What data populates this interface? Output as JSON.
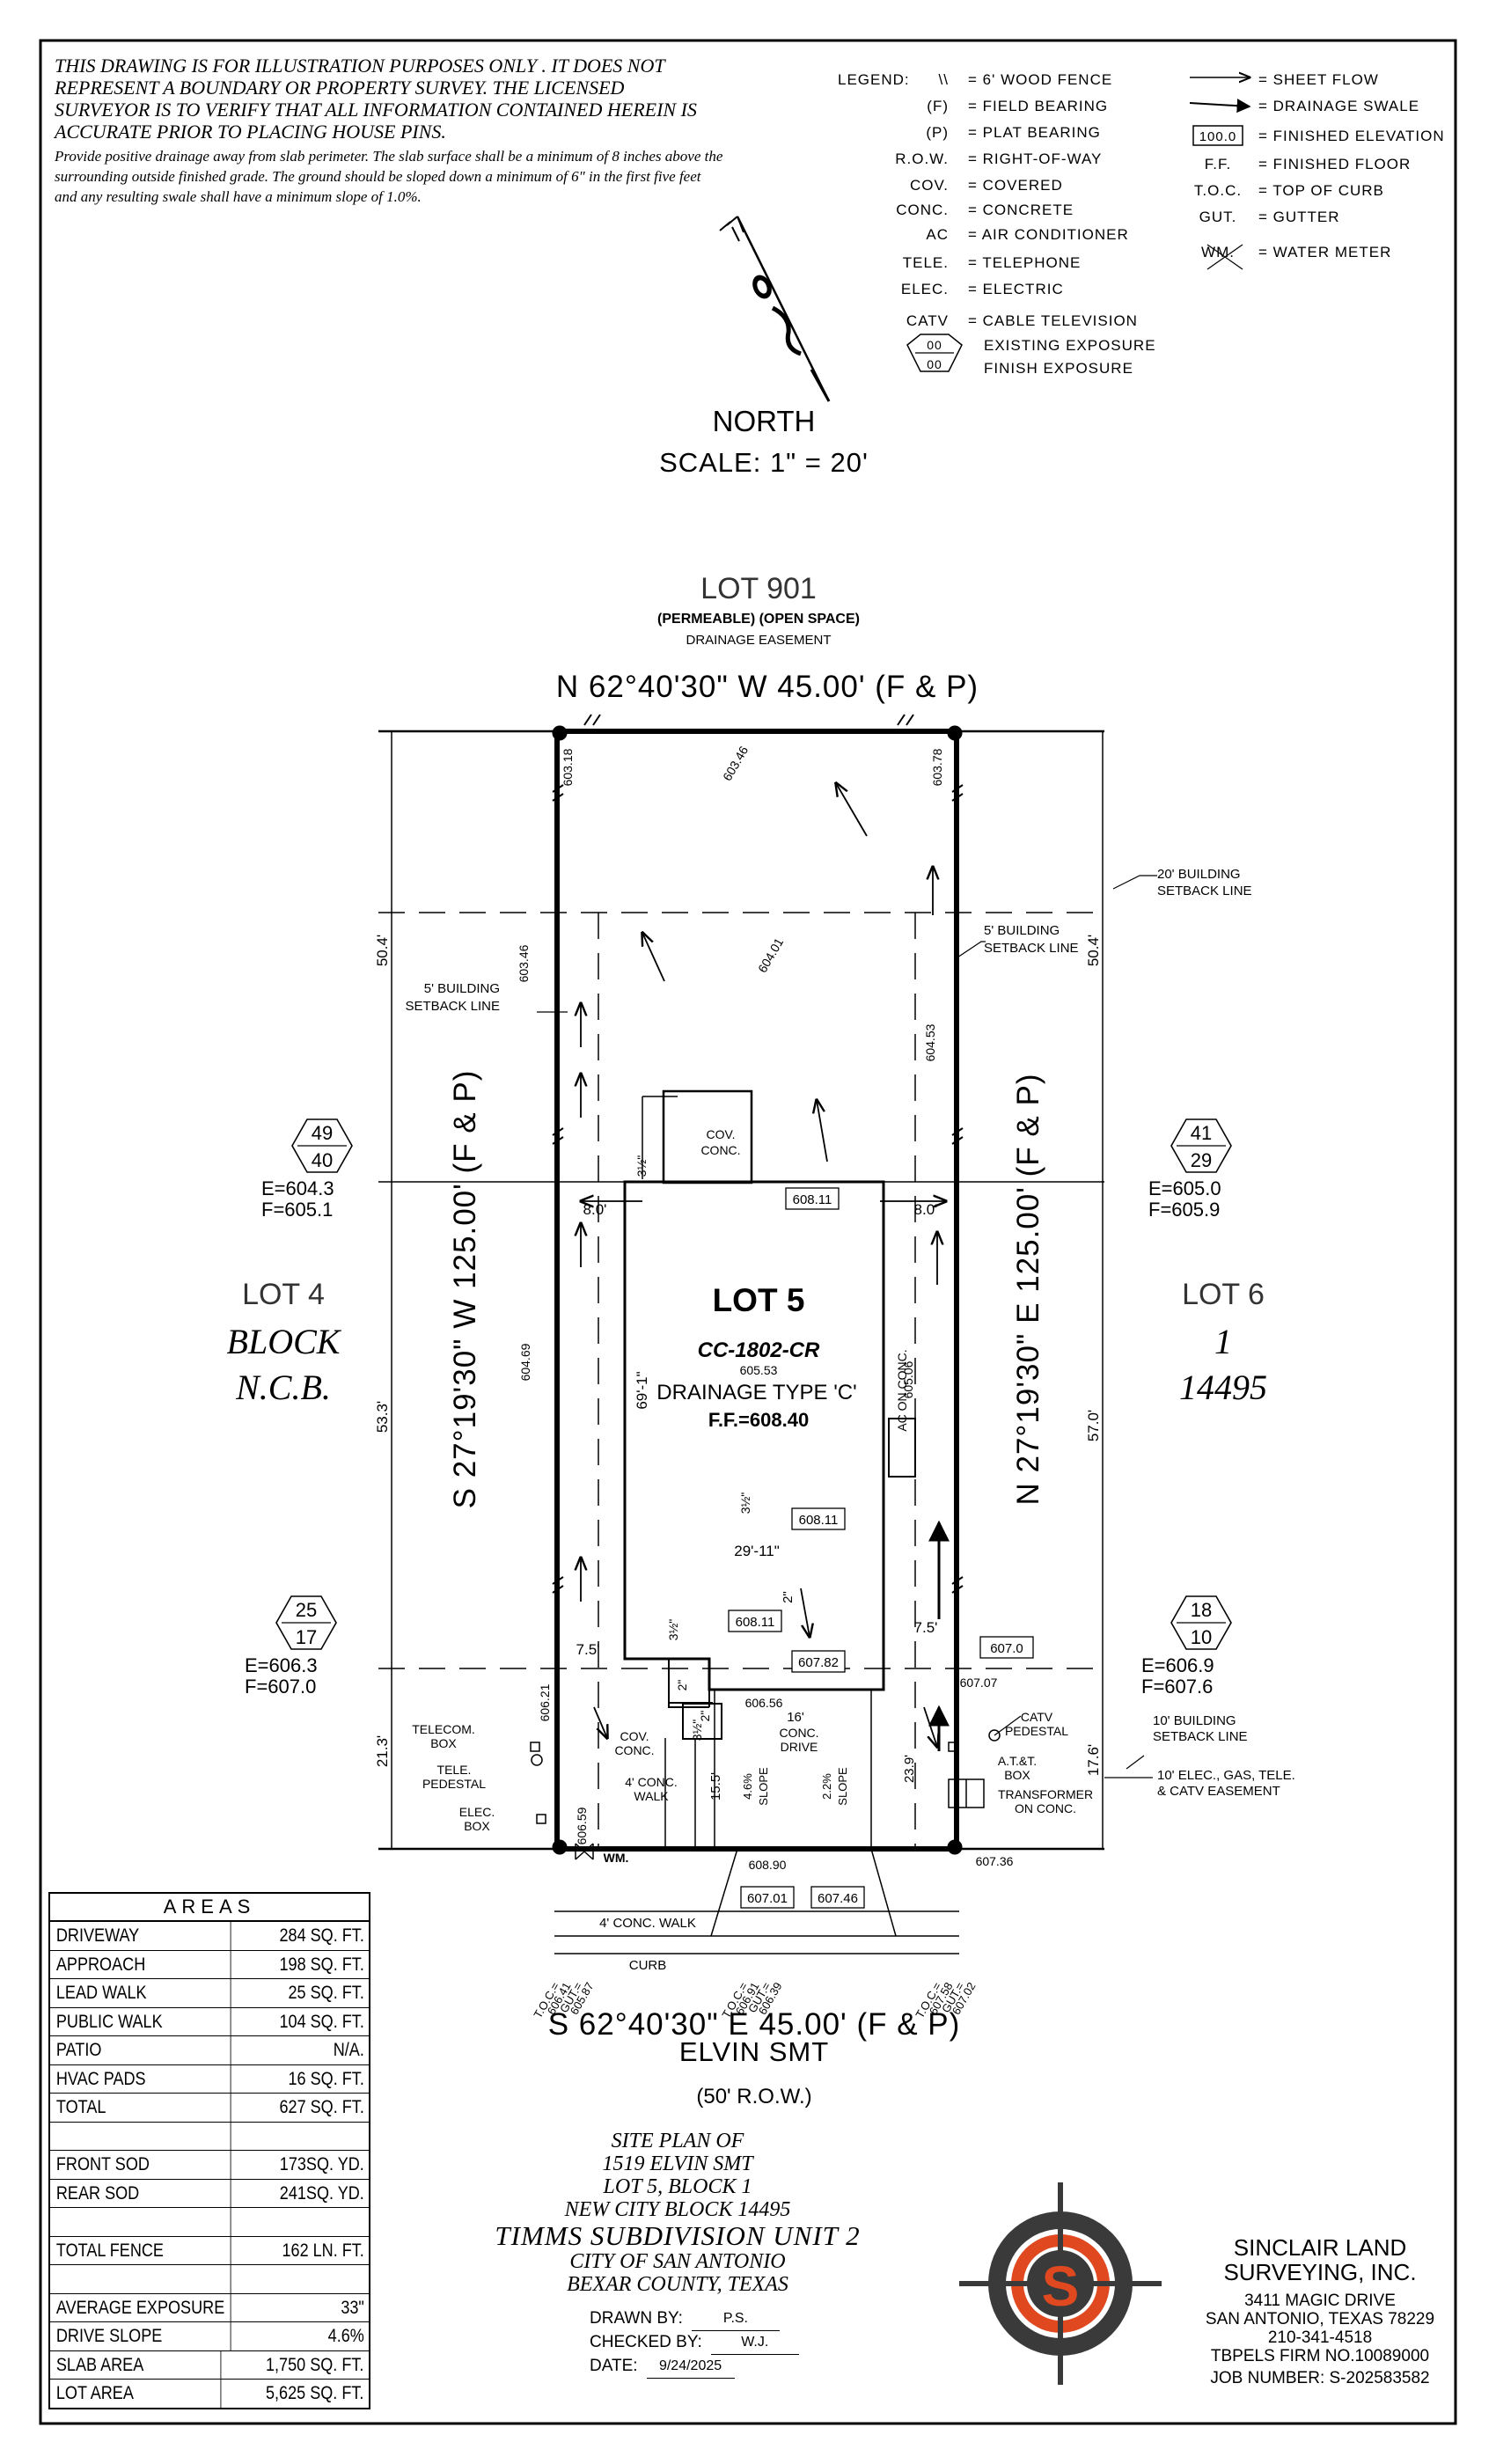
{
  "disclaimer": {
    "caps": "THIS DRAWING IS FOR ILLUSTRATION PURPOSES ONLY . IT DOES NOT REPRESENT A BOUNDARY OR PROPERTY SURVEY. THE LICENSED SURVEYOR IS TO VERIFY THAT ALL INFORMATION CONTAINED HEREIN IS ACCURATE PRIOR TO PLACING HOUSE PINS.",
    "note": "Provide positive drainage away from slab perimeter. The slab surface shall be a minimum of 8 inches above the surrounding outside finished grade. The ground should be sloped down a minimum of 6\" in the first five feet and any resulting swale shall have a minimum slope of 1.0%."
  },
  "legend": {
    "title": "LEGEND:",
    "left": [
      {
        "key": "\\\\",
        "value": "= 6' WOOD FENCE"
      },
      {
        "key": "(F)",
        "value": "= FIELD BEARING"
      },
      {
        "key": "(P)",
        "value": "= PLAT BEARING"
      },
      {
        "key": "R.O.W.",
        "value": "= RIGHT-OF-WAY"
      },
      {
        "key": "COV.",
        "value": "= COVERED"
      },
      {
        "key": "CONC.",
        "value": "= CONCRETE"
      },
      {
        "key": "AC",
        "value": "= AIR CONDITIONER"
      },
      {
        "key": "TELE.",
        "value": "= TELEPHONE"
      },
      {
        "key": "ELEC.",
        "value": "= ELECTRIC"
      },
      {
        "key": "CATV",
        "value": "= CABLE TELEVISION"
      }
    ],
    "exposure_key_top": "00",
    "exposure_key_bottom": "00",
    "exposure_label_1": "EXISTING EXPOSURE",
    "exposure_label_2": "FINISH EXPOSURE",
    "right": [
      {
        "key": "",
        "value": "= SHEET FLOW"
      },
      {
        "key": "",
        "value": "= DRAINAGE SWALE"
      },
      {
        "key": "100.0",
        "value": "= FINISHED ELEVATION"
      },
      {
        "key": "F.F.",
        "value": "= FINISHED FLOOR"
      },
      {
        "key": "T.O.C.",
        "value": "= TOP OF CURB"
      },
      {
        "key": "GUT.",
        "value": "= GUTTER"
      },
      {
        "key": "WM.",
        "value": "= WATER METER"
      }
    ]
  },
  "north": {
    "label": "NORTH",
    "scale": "SCALE: 1\" = 20'"
  },
  "plan": {
    "lot901": "LOT 901",
    "lot901_sub": "(PERMEABLE) (OPEN SPACE)",
    "lot901_sub2": "DRAINAGE EASEMENT",
    "top_bearing": "N 62°40'30\" W 45.00' (F & P)",
    "bottom_bearing": "S 62°40'30\" E 45.00' (F & P)",
    "left_bearing": "S 27°19'30\" W 125.00' (F & P)",
    "right_bearing": "N 27°19'30\" E 125.00' (F & P)",
    "street": "ELVIN SMT",
    "row": "(50' R.O.W.)",
    "curb": "CURB",
    "walk4": "4' CONC. WALK",
    "lot5": "LOT 5",
    "plan_code": "CC-1802-CR",
    "drainage": "DRAINAGE TYPE 'C'",
    "ff": "F.F.=608.40",
    "lot4": "LOT 4",
    "block": "BLOCK",
    "ncb": "N.C.B.",
    "lot6": "LOT 6",
    "block_num": "1",
    "ncb_num": "14495",
    "setback20": "20' BUILDING",
    "setback20b": "SETBACK LINE",
    "setback5a": "5' BUILDING",
    "setback5b": "SETBACK LINE",
    "setback5c": "5' BUILDING",
    "setback5d": "SETBACK LINE",
    "setback10a": "10' BUILDING",
    "setback10b": "SETBACK LINE",
    "easement1": "10' ELEC., GAS, TELE.",
    "easement2": "& CATV EASEMENT",
    "dim_504_l": "50.4'",
    "dim_533": "53.3'",
    "dim_213": "21.3'",
    "dim_504_r": "50.4'",
    "dim_570": "57.0'",
    "dim_176": "17.6'",
    "dim_80_l": "8.0'",
    "dim_80_r": "8.0'",
    "dim_75_l": "7.5'",
    "dim_75_r": "7.5'",
    "dim_691": "69'-1\"",
    "dim_2911": "29'-11\"",
    "dim_155": "15.5'",
    "dim_239": "23.9'",
    "dim_16": "16'",
    "dim_2in": "2\"",
    "dim_2in_b": "2\"",
    "dim_2in_c": "2\"",
    "dim_35a": "3½\"",
    "dim_35b": "3½\"",
    "dim_35c": "3½\"",
    "dim_35d": "3½\"",
    "cov_conc": "COV.",
    "cov_conc2": "CONC.",
    "cov_conc3": "COV.",
    "cov_conc4": "CONC.",
    "ac_on": "AC ON CONC.",
    "walk_lead": "4' CONC.",
    "walk_lead2": "WALK",
    "conc_drive": "CONC.",
    "conc_drive2": "DRIVE",
    "slope1": "4.6%",
    "slope1b": "SLOPE",
    "slope2": "2.2%",
    "slope2b": "SLOPE",
    "telecom": "TELECOM.",
    "telecom2": "BOX",
    "tele_ped": "TELE.",
    "tele_ped2": "PEDESTAL",
    "elec_box": "ELEC.",
    "elec_box2": "BOX",
    "catv_ped": "CATV",
    "catv_ped2": "PEDESTAL",
    "att_box": "A.T.&T.",
    "att_box2": "BOX",
    "transformer": "TRANSFORMER",
    "transformer2": "ON CONC.",
    "wm": "WM.",
    "elev_boxes": {
      "e60811a": "608.11",
      "e60811b": "608.11",
      "e60811c": "608.11",
      "e60782": "607.82",
      "e6070": "607.0",
      "e60701": "607.01",
      "e60746": "607.46"
    },
    "elev_text": {
      "e60318": "603.18",
      "e60346a": "603.46",
      "e60378": "603.78",
      "e60346b": "603.46",
      "e60401": "604.01",
      "e60453": "604.53",
      "e60469": "604.69",
      "e60553": "605.53",
      "e60506": "605.06",
      "e60707": "607.07",
      "e60656": "606.56",
      "e60621": "606.21",
      "e60659": "606.59",
      "e60890": "608.90",
      "e60736": "607.36"
    },
    "toc_left": [
      "T.O.C.=",
      "606.41",
      "GUT.=",
      "605.87"
    ],
    "toc_mid": [
      "T.O.C.=",
      "606.91",
      "GUT.=",
      "606.39"
    ],
    "toc_right": [
      "T.O.C.=",
      "607.58",
      "GUT.=",
      "607.02"
    ],
    "hex_left_top": {
      "top": "49",
      "bottom": "40",
      "e": "E=604.3",
      "f": "F=605.1"
    },
    "hex_left_bot": {
      "top": "25",
      "bottom": "17",
      "e": "E=606.3",
      "f": "F=607.0"
    },
    "hex_right_top": {
      "top": "41",
      "bottom": "29",
      "e": "E=605.0",
      "f": "F=605.9"
    },
    "hex_right_bot": {
      "top": "18",
      "bottom": "10",
      "e": "E=606.9",
      "f": "F=607.6"
    }
  },
  "areas": {
    "title": "AREAS",
    "rows": [
      {
        "label": "DRIVEWAY",
        "value": "284 SQ. FT."
      },
      {
        "label": "APPROACH",
        "value": "198 SQ. FT."
      },
      {
        "label": "LEAD WALK",
        "value": "25 SQ. FT."
      },
      {
        "label": "PUBLIC WALK",
        "value": "104 SQ. FT."
      },
      {
        "label": "PATIO",
        "value": "N/A."
      },
      {
        "label": "HVAC PADS",
        "value": "16 SQ. FT."
      },
      {
        "label": "TOTAL",
        "value": "627 SQ. FT."
      },
      {
        "label": "",
        "value": ""
      },
      {
        "label": "FRONT SOD",
        "value": "173SQ. YD."
      },
      {
        "label": "REAR SOD",
        "value": "241SQ. YD."
      },
      {
        "label": "",
        "value": ""
      },
      {
        "label": "TOTAL FENCE",
        "value": "162 LN. FT."
      },
      {
        "label": "",
        "value": ""
      },
      {
        "label": "AVERAGE EXPOSURE",
        "value": "33\""
      },
      {
        "label": "DRIVE SLOPE",
        "value": "4.6%"
      },
      {
        "label": "SLAB AREA",
        "value": "1,750 SQ. FT."
      },
      {
        "label": "LOT AREA",
        "value": "5,625 SQ. FT."
      }
    ]
  },
  "title_block": {
    "l1": "SITE PLAN OF",
    "l2": "1519 ELVIN SMT",
    "l3": "LOT 5, BLOCK 1",
    "l4": "NEW CITY BLOCK 14495",
    "l5": "TIMMS SUBDIVISION UNIT 2",
    "l6": "CITY OF SAN ANTONIO",
    "l7": "BEXAR COUNTY, TEXAS"
  },
  "credits": {
    "drawn_label": "DRAWN BY:",
    "drawn": "P.S.",
    "checked_label": "CHECKED BY:",
    "checked": "W.J.",
    "date_label": "DATE:",
    "date": "9/24/2025"
  },
  "company": {
    "name1": "SINCLAIR LAND",
    "name2": "SURVEYING, INC.",
    "addr1": "3411 MAGIC DRIVE",
    "addr2": "SAN ANTONIO, TEXAS 78229",
    "phone": "210-341-4518",
    "firm": "TBPELS FIRM NO.10089000",
    "job": "JOB NUMBER:  S-202583582",
    "logo_letter": "S"
  },
  "colors": {
    "logo_orange": "#E0491F",
    "logo_dark": "#3a3a3a",
    "line": "#000000"
  }
}
